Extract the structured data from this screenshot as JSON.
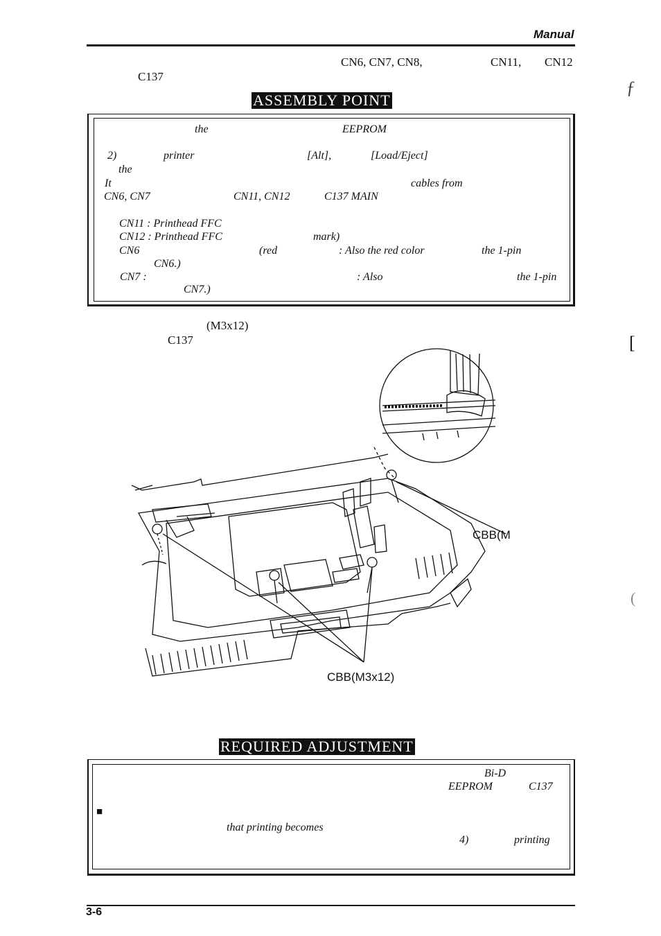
{
  "header": {
    "title": "Manual"
  },
  "intro": {
    "line1": {
      "a": "CN6, CN7, CN8,",
      "b": "CN11,",
      "c": "CN12"
    },
    "line2": "C137"
  },
  "assembly_point": {
    "heading": "ASSEMBLY POINT",
    "line1": {
      "a": "the",
      "b": "EEPROM"
    },
    "line2": {
      "a": "2)",
      "b": "printer",
      "c": "[Alt],",
      "d": "[Load/Eject]"
    },
    "line3": "the",
    "line4": {
      "a": "It",
      "b": "cables from"
    },
    "line5": {
      "a": "CN6, CN7",
      "b": "CN11, CN12",
      "c": "C137 MAIN"
    },
    "line6": "CN11 : Printhead FFC",
    "line7": {
      "a": "CN12 : Printhead FFC",
      "b": "mark)"
    },
    "line8": {
      "a": "CN6",
      "b": "(red",
      "c": ": Also the red color",
      "d": "the 1-pin"
    },
    "line9": "CN6.)",
    "line10": {
      "a": "CN7 :",
      "b": ": Also",
      "c": "the 1-pin"
    },
    "line11": "CN7.)"
  },
  "screw_text": {
    "line1": "(M3x12)",
    "line2": "C137"
  },
  "figure": {
    "callout_top": "CBB(M",
    "callout_bottom": "CBB(M3x12)"
  },
  "required_adjustment": {
    "heading": "REQUIRED ADJUSTMENT",
    "line1": "Bi-D",
    "line2": {
      "a": "EEPROM",
      "b": "C137"
    },
    "bullet": "■",
    "line3": "that printing becomes",
    "line4": {
      "a": "4)",
      "b": "printing"
    }
  },
  "footer": {
    "page_number": "3-6"
  }
}
